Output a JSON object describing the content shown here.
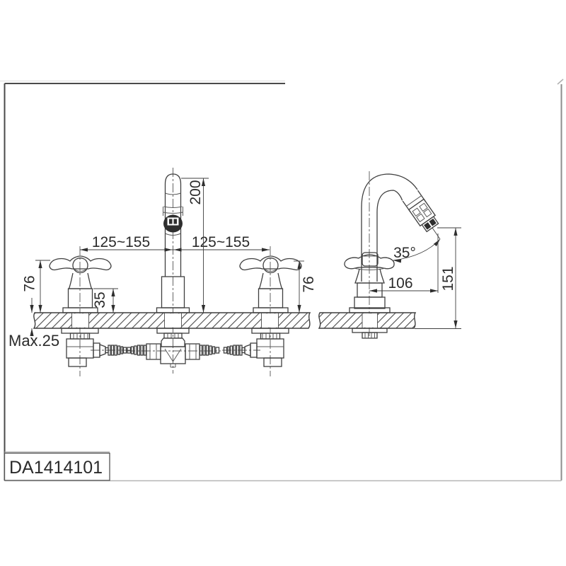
{
  "model_number": "DA1414101",
  "front_view": {
    "spacing_left": "125~155",
    "spacing_right": "125~155",
    "spout_height": "200",
    "handle_height_left": "76",
    "handle_height_right": "76",
    "base_height": "35",
    "deck_thickness": "Max.25"
  },
  "side_view": {
    "spout_angle": "35°",
    "spout_reach": "106",
    "outlet_height": "151"
  },
  "colors": {
    "line": "#3f3f3f",
    "accent_dark": "#2e2e2e",
    "background": "#ffffff"
  }
}
